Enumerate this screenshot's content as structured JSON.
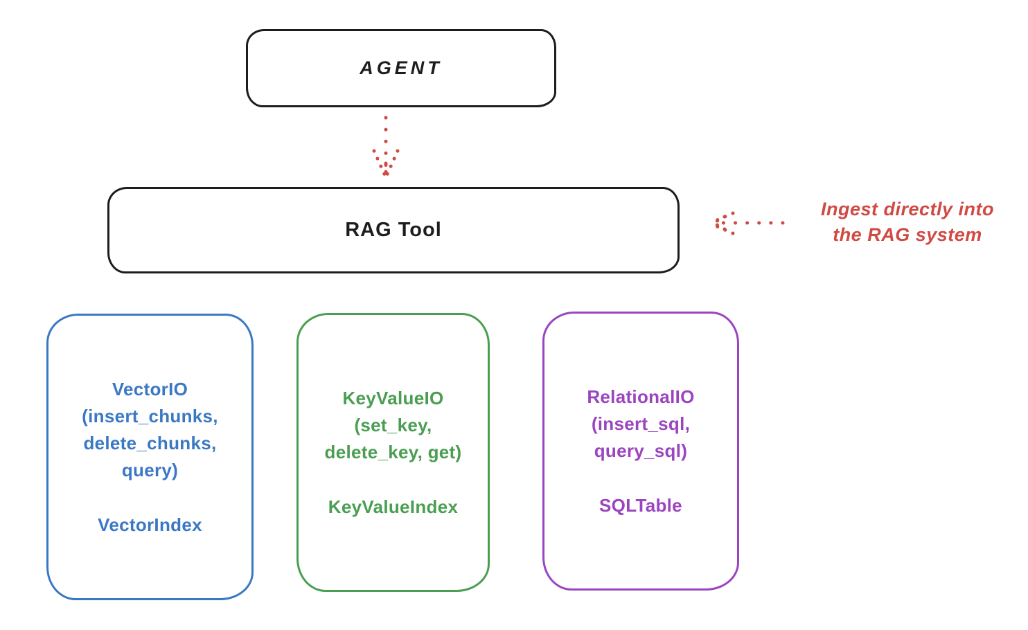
{
  "canvas": {
    "background_color": "#ffffff"
  },
  "nodes": {
    "agent": {
      "label": "AGENT",
      "stroke_color": "#1d1d1d"
    },
    "rag_tool": {
      "label": "RAG Tool",
      "stroke_color": "#1d1d1d"
    },
    "vector_io": {
      "stroke_color": "#3b78c4",
      "lines": [
        "VectorIO",
        "(insert_chunks,",
        "delete_chunks,",
        "query)"
      ],
      "index_label": "VectorIndex"
    },
    "key_value_io": {
      "stroke_color": "#4a9e52",
      "lines": [
        "KeyValueIO",
        "(set_key,",
        "delete_key, get)"
      ],
      "index_label": "KeyValueIndex"
    },
    "relational_io": {
      "stroke_color": "#9b44c0",
      "lines": [
        "RelationalIO",
        "(insert_sql,",
        "query_sql)"
      ],
      "index_label": "SQLTable"
    }
  },
  "annotation": {
    "color": "#d04a43",
    "lines": [
      "Ingest directly into",
      "the RAG system"
    ]
  },
  "arrows": {
    "color": "#d04a43",
    "style": "dotted"
  }
}
